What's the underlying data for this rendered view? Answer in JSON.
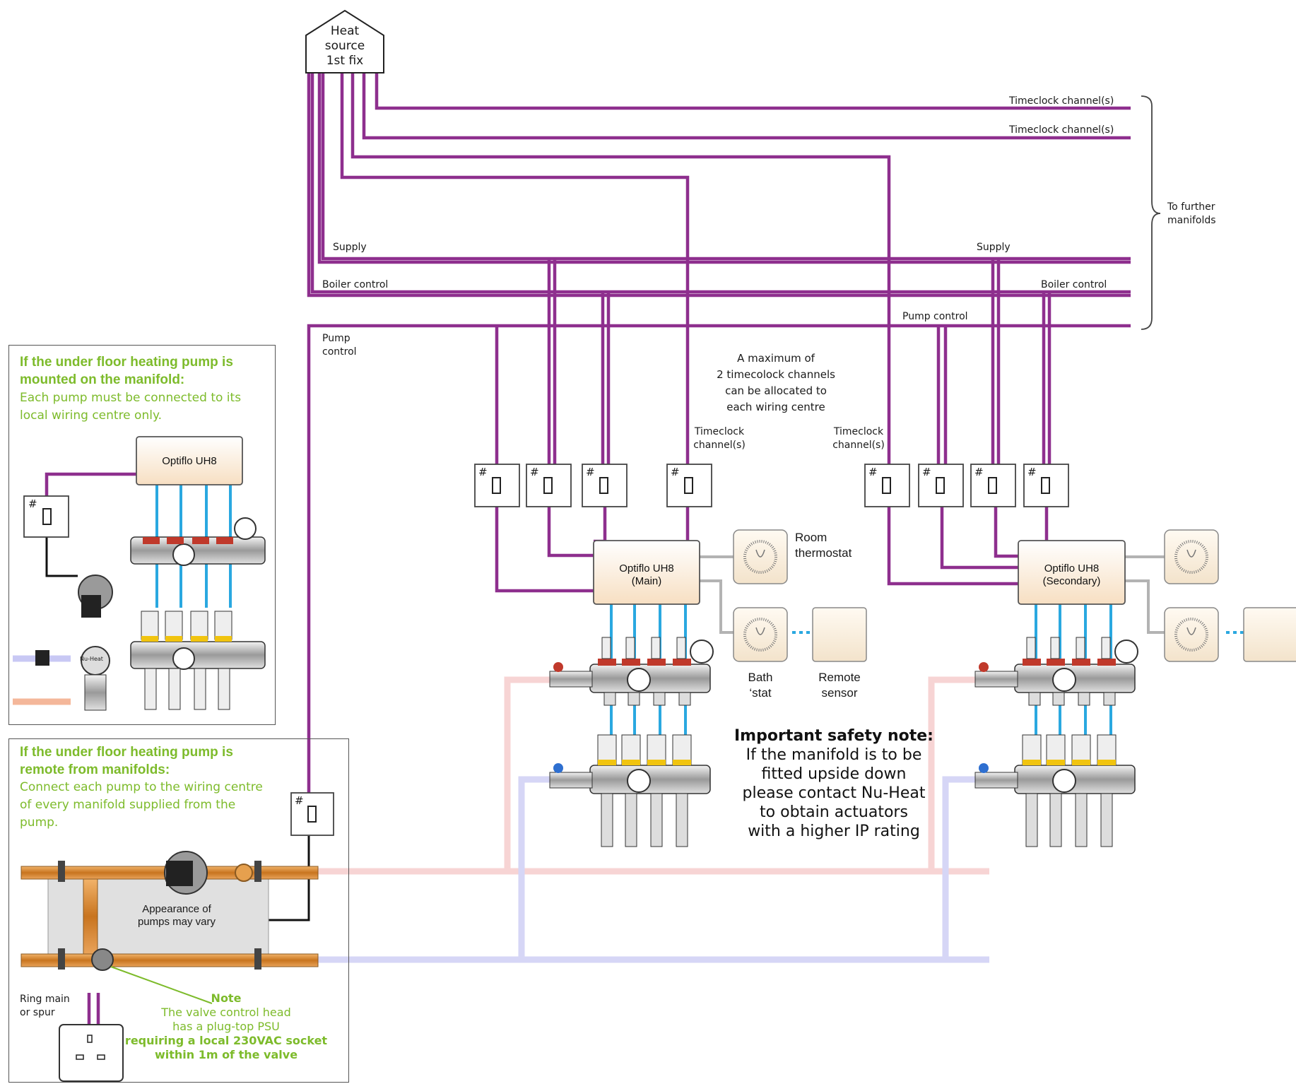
{
  "heat_source": {
    "line1": "Heat",
    "line2": "source",
    "line3": "1st fix"
  },
  "right_labels": {
    "timeclock_1": "Timeclock  channel(s)",
    "timeclock_2": "Timeclock  channel(s)",
    "to_further_1": "To further",
    "to_further_2": "manifolds"
  },
  "bus_labels": {
    "supply_left": "Supply",
    "supply_right": "Supply",
    "boiler_left": "Boiler control",
    "boiler_right": "Boiler control",
    "pump_control_right": "Pump control",
    "pump_control_left_1": "Pump",
    "pump_control_left_2": "control"
  },
  "note_max": {
    "line1": "A maximum of",
    "line2": "2 timecolock channels",
    "line3": "can be allocated to",
    "line4": "each wiring centre"
  },
  "timeclock_labels": {
    "a_1": "Timeclock",
    "a_2": "channel(s)",
    "b_1": "Timeclock",
    "b_2": "channel(s)"
  },
  "switch_symbol": "#",
  "wiring_centres": {
    "main_1": "Optiflo UH8",
    "main_2": "(Main)",
    "secondary_1": "Optiflo UH8",
    "secondary_2": "(Secondary)",
    "panel": "Optiflo UH8"
  },
  "thermostats": {
    "room_1": "Room",
    "room_2": "thermostat",
    "bath_1": "Bath",
    "bath_2": "‘stat",
    "remote_1": "Remote",
    "remote_2": "sensor"
  },
  "safety_note": {
    "title": "Important safety note:",
    "line1": "If the manifold is to be",
    "line2": "fitted upside down",
    "line3": "please contact Nu-Heat",
    "line4": "to obtain actuators",
    "line5": "with a higher IP rating"
  },
  "panel_top": {
    "heading_1": "If the under floor heating pump is",
    "heading_2": "mounted on the manifold:",
    "body_1": "Each pump must be connected to its",
    "body_2": "local wiring centre only."
  },
  "panel_bottom": {
    "heading_1": "If the under floor heating pump is",
    "heading_2": "remote from manifolds:",
    "body_1": "Connect each pump to the wiring centre",
    "body_2": "of every manifold supplied from the",
    "body_3": "pump.",
    "pump_note_1": "Appearance of",
    "pump_note_2": "pumps may vary",
    "ring_1": "Ring main",
    "ring_2": "or spur",
    "note_title": "Note",
    "note_1": "The valve control head",
    "note_2": "has a plug-top PSU",
    "note_3": "requiring a local 230VAC socket",
    "note_4": "within 1m of the valve",
    "pump_brand": "Nu-Heat"
  },
  "colors": {
    "wire": "#8e2f8e",
    "blue_wire": "#2aa8e0",
    "grey_wire": "#aaaaaa",
    "flow_pipe": "#f7c8c8",
    "return_pipe": "#c8c8f4",
    "copper": "#d07a2a",
    "green_text": "#7dbb2b",
    "box_fill": "#fbeedd"
  }
}
